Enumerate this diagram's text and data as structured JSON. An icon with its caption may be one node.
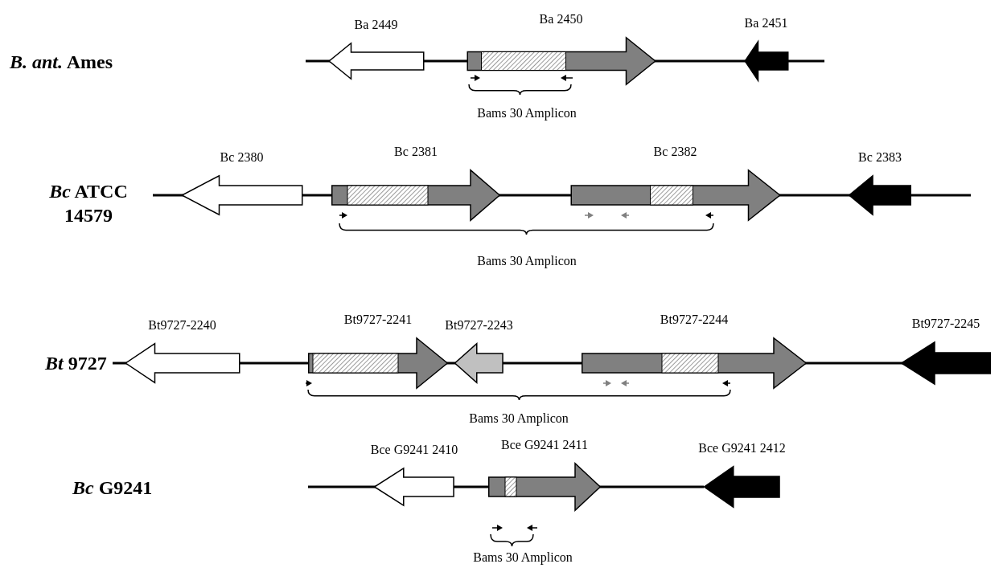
{
  "diagram": {
    "nodes": [
      {
        "text": [
          "Ba 2449"
        ]
      },
      {
        "text": [
          "Ba 2450"
        ]
      },
      {
        "text": [
          "Ba 2451"
        ]
      },
      {
        "text": [
          "Bc 2380"
        ]
      },
      {
        "text": [
          "Bc 2381"
        ]
      },
      {
        "text": [
          "Bc 2382"
        ]
      },
      {
        "text": [
          "Bc 2383"
        ]
      },
      {
        "text": [
          "Bt9727-2240"
        ]
      },
      {
        "text": [
          "Bt9727-2241"
        ]
      },
      {
        "text": [
          "Bt9727-2243"
        ]
      },
      {
        "text": [
          "Bt9727-2244"
        ]
      },
      {
        "text": [
          "Bt9727-2245"
        ]
      },
      {
        "text": [
          "Bce G9241 2410"
        ]
      },
      {
        "text": [
          "Bce G9241 2411"
        ]
      },
      {
        "text": [
          "Bce G9241 2412"
        ]
      }
    ],
    "edges": [],
    "labels": [
      "*B. ant.* Ames",
      "Bams 30 Amplicon",
      "*Bc* ATCC 14579",
      "Bams 30 Amplicon",
      "*Bt* 9727",
      "Bams 30 Amplicon",
      "*Bc* G9241",
      "Bams 30 Amplicon"
    ]
  }
}
